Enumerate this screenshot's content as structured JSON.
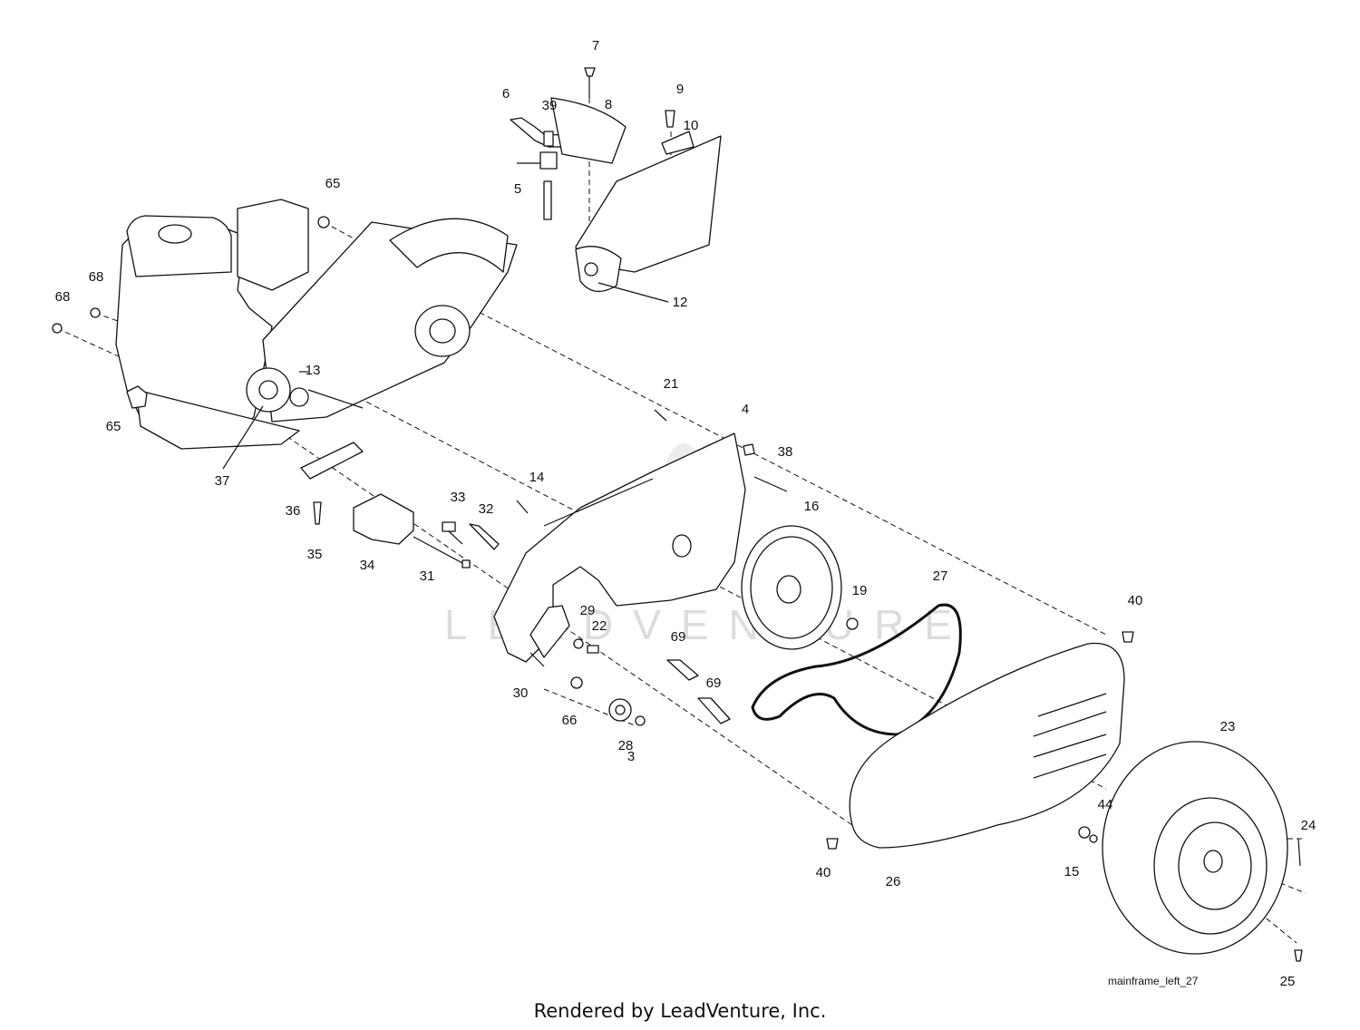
{
  "diagram": {
    "callouts": [
      "7",
      "6",
      "39",
      "8",
      "9",
      "10",
      "5",
      "65",
      "12",
      "68",
      "68",
      "13",
      "65",
      "37",
      "21",
      "4",
      "38",
      "14",
      "36",
      "33",
      "32",
      "16",
      "35",
      "34",
      "31",
      "27",
      "40",
      "29",
      "22",
      "19",
      "69",
      "30",
      "69",
      "66",
      "28",
      "3",
      "23",
      "44",
      "24",
      "40",
      "26",
      "15",
      "25"
    ],
    "drawing_code": "mainframe_left_27",
    "footer": "Rendered by LeadVenture, Inc.",
    "watermark": "LEADVENTURE"
  }
}
